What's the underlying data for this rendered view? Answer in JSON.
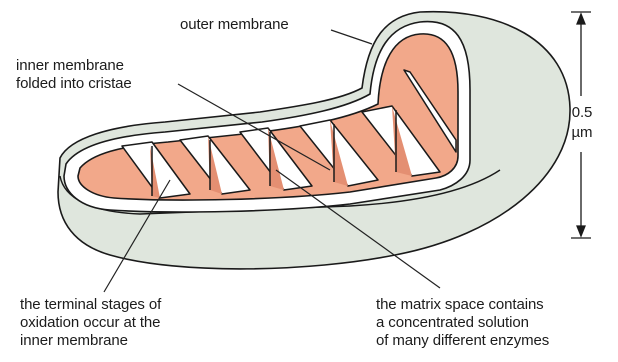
{
  "labels": {
    "outer_membrane": "outer membrane",
    "inner_membrane_line1": "inner membrane",
    "inner_membrane_line2": "folded into cristae",
    "scale_value": "0.5",
    "scale_unit": "µm",
    "terminal_line1": "the terminal stages of",
    "terminal_line2": "oxidation occur at the",
    "terminal_line3": "inner membrane",
    "matrix_line1": "the matrix space contains",
    "matrix_line2": "a concentrated solution",
    "matrix_line3": "of many different enzymes"
  },
  "colors": {
    "outer_body": "#dfe6dd",
    "outer_stroke": "#1a1a1a",
    "intermembrane_space": "#ffffff",
    "matrix_fill": "#f2a88a",
    "crista_side": "#e48f72",
    "leader_line": "#222222"
  }
}
